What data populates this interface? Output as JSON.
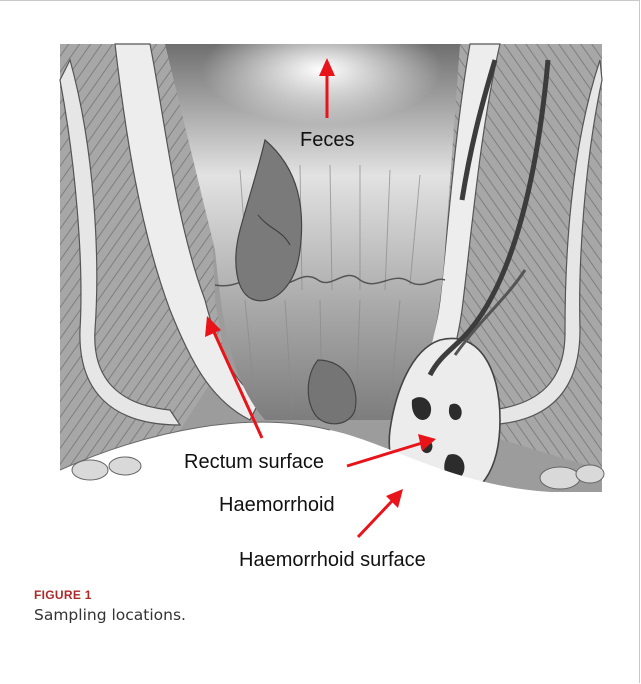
{
  "figure": {
    "label": "FIGURE 1",
    "caption": "Sampling locations."
  },
  "annotations": {
    "feces": "Feces",
    "rectum_surface": "Rectum surface",
    "haemorrhoid": "Haemorrhoid",
    "haemorrhoid_surface": "Haemorrhoid surface"
  },
  "colors": {
    "arrow": "#e8141a",
    "caption_label": "#ad2a2a"
  }
}
